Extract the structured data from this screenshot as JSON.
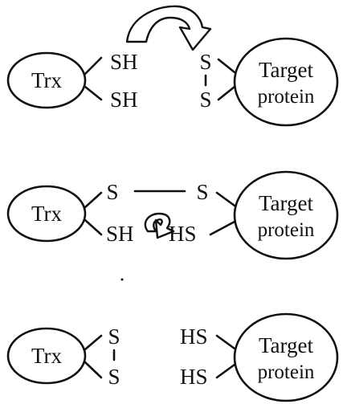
{
  "labels": {
    "trx": "Trx",
    "target_line1": "Target",
    "target_line2": "protein",
    "sh": "SH",
    "hs": "HS",
    "s": "S",
    "bond": "I"
  }
}
